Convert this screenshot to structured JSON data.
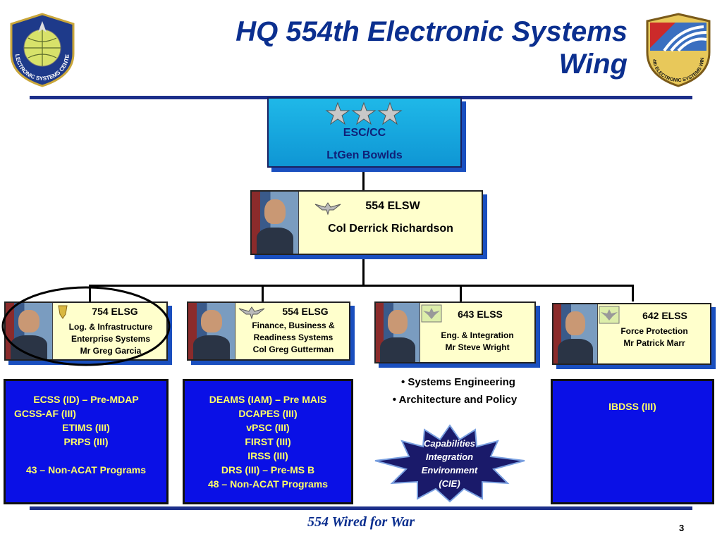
{
  "header": {
    "title_line1": "HQ 554th Electronic Systems",
    "title_line2": "Wing",
    "left_logo_text": "ELECTRONIC SYSTEMS CENTER",
    "right_logo_text": "554th ELECTRONIC SYSTEMS WING"
  },
  "top": {
    "title": "ESC/CC",
    "name": "LtGen Bowlds"
  },
  "wing": {
    "title": "554 ELSW",
    "name": "Col Derrick Richardson"
  },
  "groups": [
    {
      "title": "754 ELSG",
      "lines": [
        "Log. & Infrastructure",
        "Enterprise Systems",
        "Mr Greg Garcia"
      ]
    },
    {
      "title": "554 ELSG",
      "lines": [
        "Finance, Business &",
        "Readiness Systems",
        "Col Greg Gutterman"
      ]
    },
    {
      "title": "643 ELSS",
      "lines": [
        "Eng. & Integration",
        "Mr Steve Wright"
      ]
    },
    {
      "title": "642 ELSS",
      "lines": [
        "Force Protection",
        "Mr Patrick Marr"
      ]
    }
  ],
  "programs": {
    "col1": [
      "ECSS (ID) – Pre-MDAP",
      "GCSS-AF (III)",
      "ETIMS (III)",
      "PRPS (III)",
      "",
      "43 – Non-ACAT Programs"
    ],
    "col2": [
      "DEAMS (IAM) – Pre MAIS",
      "DCAPES (III)",
      "vPSC (III)",
      "FIRST (III)",
      "IRSS (III)",
      "DRS (III) – Pre-MS B",
      "48 – Non-ACAT Programs"
    ],
    "col4": [
      "IBDSS (III)"
    ]
  },
  "bullets": [
    "Systems Engineering",
    "Architecture and Policy"
  ],
  "cie": [
    "Capabilities",
    "Integration",
    "Environment",
    "(CIE)"
  ],
  "footer": {
    "text": "554 Wired for War",
    "page": "3"
  },
  "colors": {
    "title_blue": "#0b2f8f",
    "program_blue": "#0a10e6",
    "program_text": "#ffff66",
    "card_bg": "#ffffcc",
    "esc_cyan": "#1fb8e8"
  }
}
